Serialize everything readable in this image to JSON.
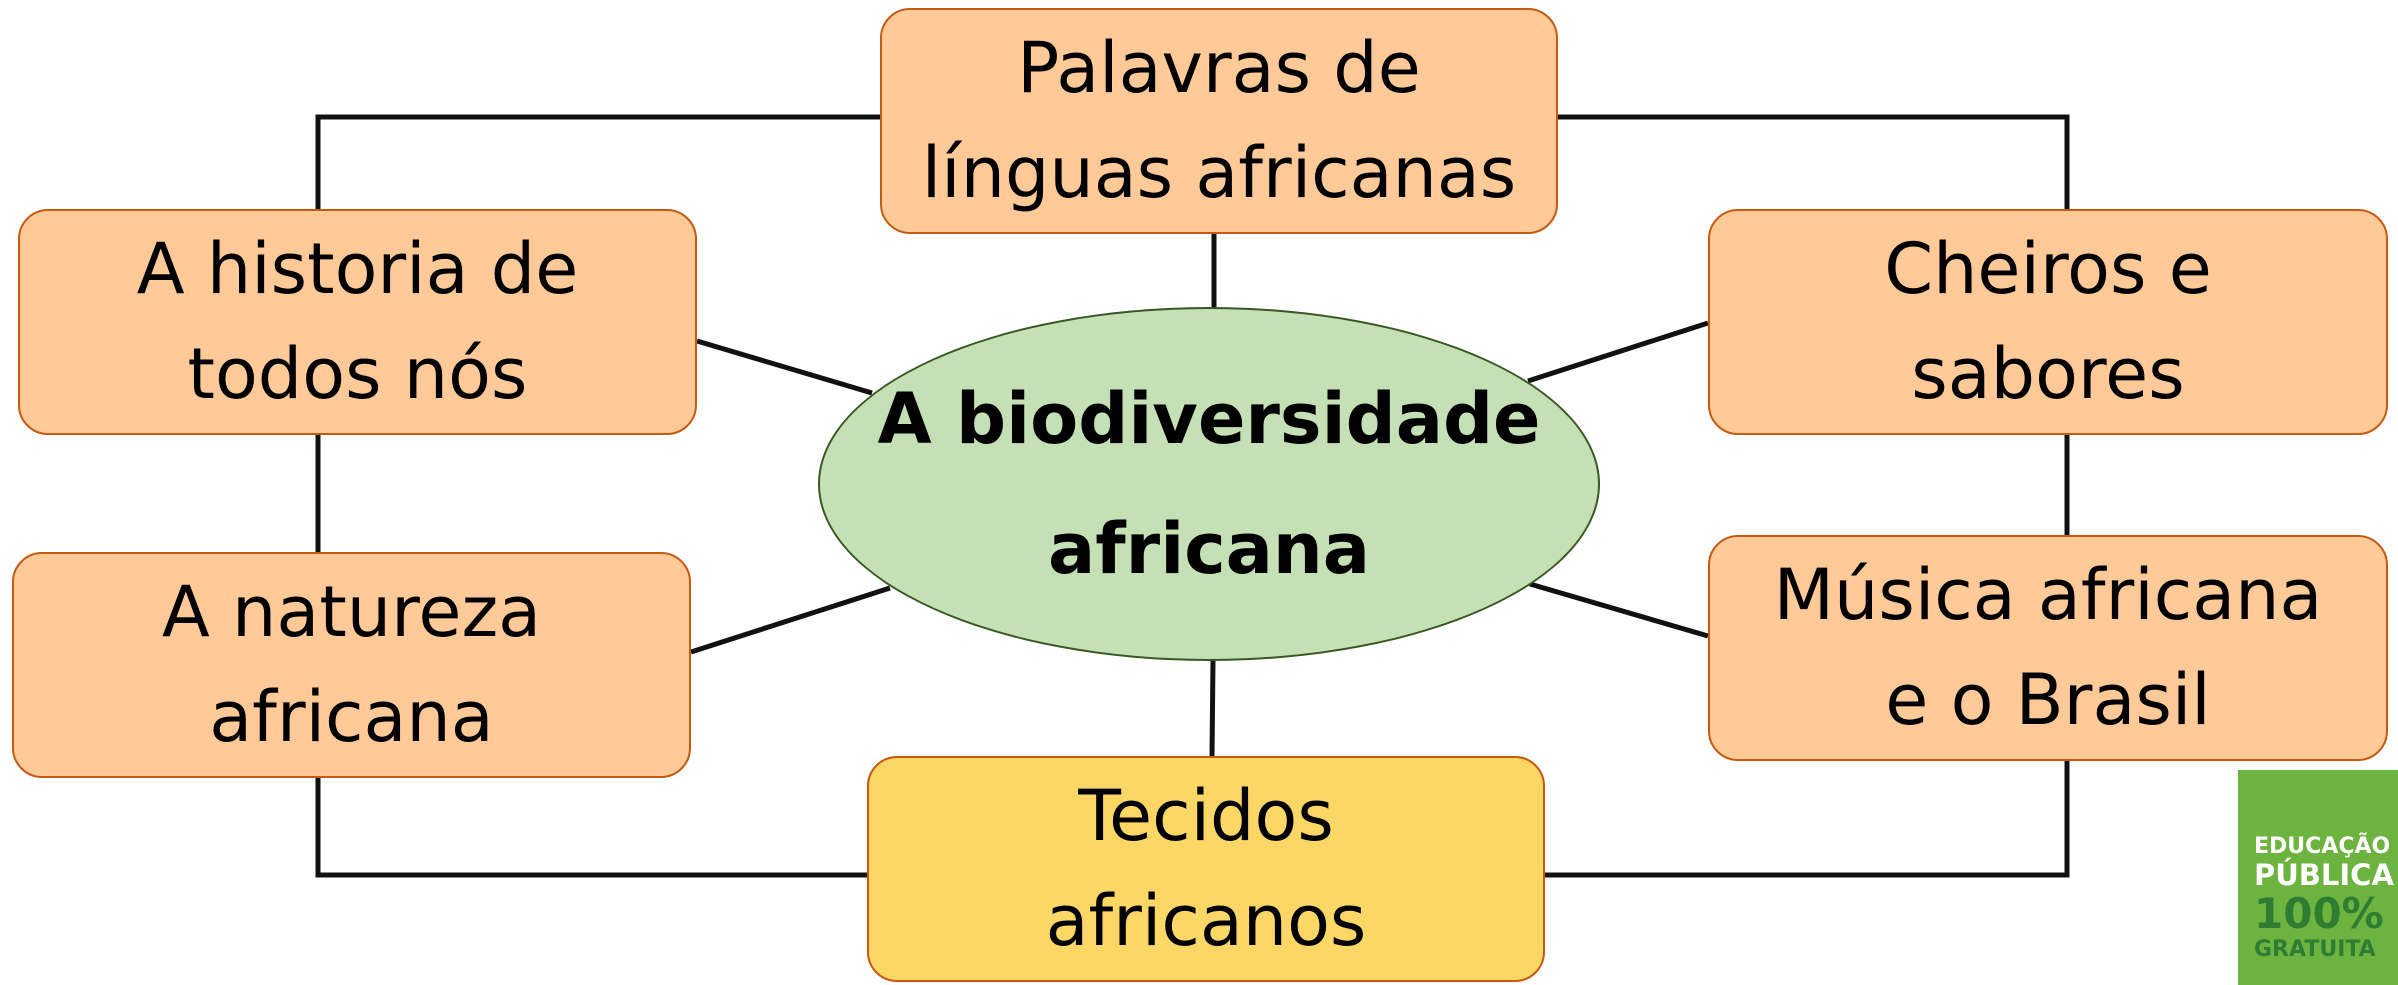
{
  "colors": {
    "outer_node_fill": "#FFCA98",
    "outer_node_border": "#C55A11",
    "highlight_node_fill": "#FDD765",
    "center_fill": "#C5E0B4",
    "center_border": "#385723",
    "connector": "#111111",
    "logo_fill": "#6DB33F",
    "logo_accent": "#2E7D32"
  },
  "center": {
    "line1": "A biodiversidade",
    "line2": "africana"
  },
  "nodes": {
    "top": {
      "line1": "Palavras de",
      "line2": "línguas africanas"
    },
    "top_left": {
      "line1": "A historia de",
      "line2": "todos nós"
    },
    "top_right": {
      "line1": "Cheiros e",
      "line2": "sabores"
    },
    "bottom_left": {
      "line1": "A natureza",
      "line2": "africana"
    },
    "bottom_right": {
      "line1": "Música africana",
      "line2": "e o Brasil"
    },
    "bottom": {
      "line1": "Tecidos",
      "line2": "africanos"
    }
  },
  "logo": {
    "line1": "EDUCAÇÃO",
    "line2": "PÚBLICA",
    "line3": "100%",
    "line4": "GRATUITA"
  }
}
